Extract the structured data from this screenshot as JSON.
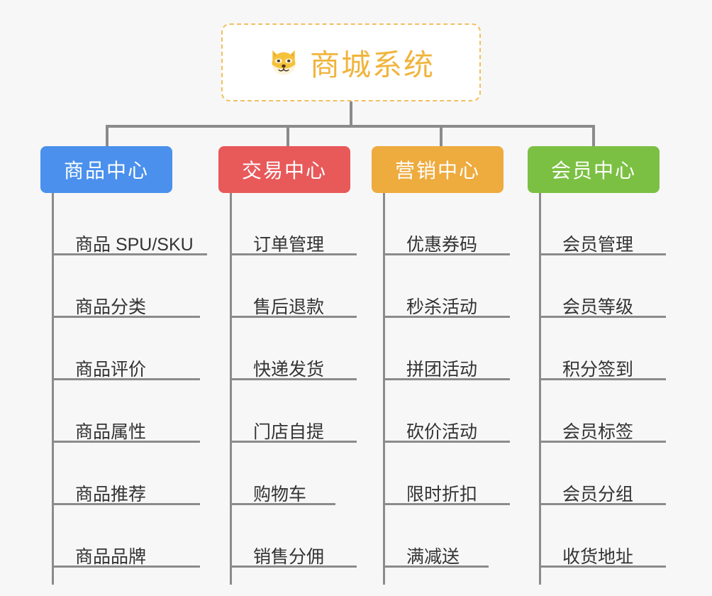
{
  "canvas": {
    "background_color": "#f7f7f7",
    "connector_color": "#8b8b8b"
  },
  "root": {
    "title": "商城系统",
    "icon": "dog-face-icon",
    "text_color": "#f0b43c",
    "border_color": "#f0c060",
    "background_color": "#ffffff"
  },
  "branches": [
    {
      "label": "商品中心",
      "color": "#4a90ec",
      "leaves": [
        "商品 SPU/SKU",
        "商品分类",
        "商品评价",
        "商品属性",
        "商品推荐",
        "商品品牌"
      ]
    },
    {
      "label": "交易中心",
      "color": "#e8595a",
      "leaves": [
        "订单管理",
        "售后退款",
        "快递发货",
        "门店自提",
        "购物车",
        "销售分佣"
      ]
    },
    {
      "label": "营销中心",
      "color": "#eeab3e",
      "leaves": [
        "优惠券码",
        "秒杀活动",
        "拼团活动",
        "砍价活动",
        "限时折扣",
        "满减送"
      ]
    },
    {
      "label": "会员中心",
      "color": "#7bc043",
      "leaves": [
        "会员管理",
        "会员等级",
        "积分签到",
        "会员标签",
        "会员分组",
        "收货地址"
      ]
    }
  ]
}
